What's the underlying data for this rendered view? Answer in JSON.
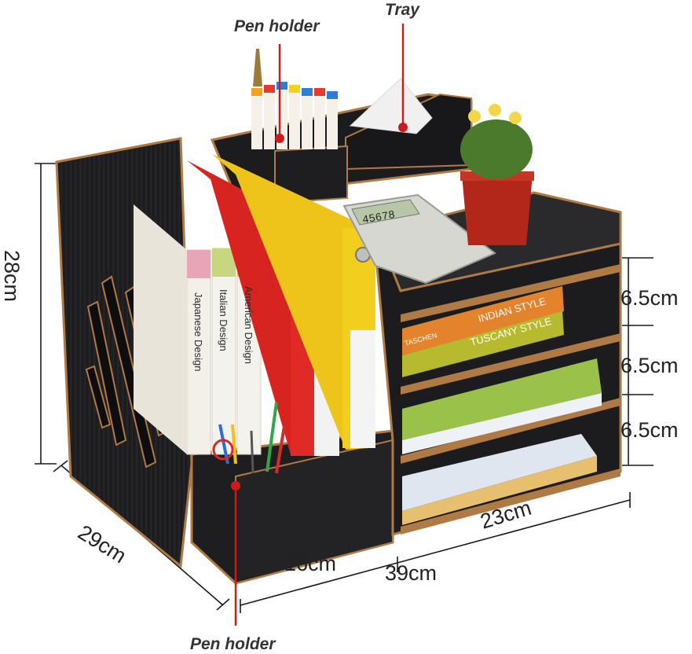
{
  "callouts": {
    "pen_holder_top": "Pen holder",
    "tray": "Tray",
    "pen_holder_bottom": "Pen holder"
  },
  "dimensions": {
    "height": "28cm",
    "depth": "29cm",
    "shelf_1": "6.5cm",
    "shelf_2": "6.5cm",
    "shelf_3": "6.5cm",
    "front_left": "16cm",
    "width": "39cm",
    "right_width": "23cm"
  },
  "book_spines": {
    "japanese": "Japanese Design",
    "italian": "Italian Design",
    "american": "American Design",
    "indian": "INDIAN STYLE",
    "tuscany": "TUSCANY STYLE",
    "taschen": "TASCHEN",
    "calculator": "45678"
  },
  "colors": {
    "wood_dark": "#1e1e20",
    "wood_edge": "#b07a45",
    "red_binder": "#e02a25",
    "yellow_binder": "#f2cf1e",
    "callout_line": "#d01a1a"
  }
}
